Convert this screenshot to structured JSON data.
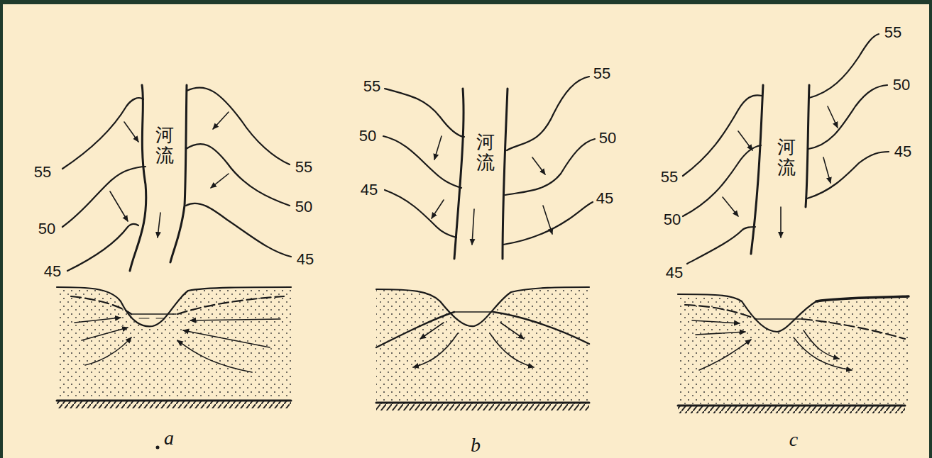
{
  "diagram": {
    "labels": [
      "河流",
      "55",
      "50",
      "45",
      "55",
      "50",
      "45",
      "a",
      "55",
      "50",
      "45",
      "河流",
      "55",
      "50",
      "45",
      "b",
      "55",
      "50",
      "45",
      "河流",
      "55",
      "50",
      "45",
      "c"
    ]
  }
}
